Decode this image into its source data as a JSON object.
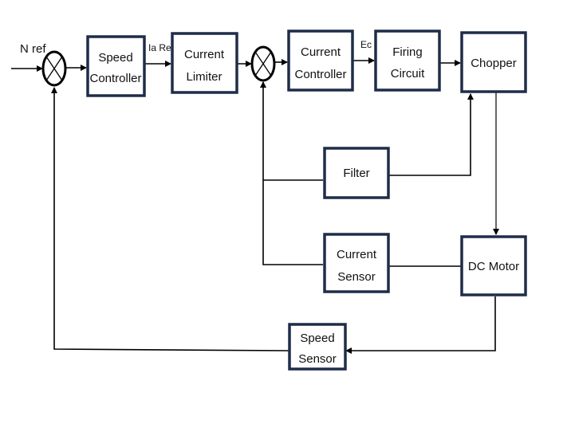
{
  "diagram": {
    "inputs": {
      "n_ref": "N ref",
      "ia_ref": "Ia Ref",
      "ec": "Ec"
    },
    "blocks": {
      "speed_controller": [
        "Speed",
        "Controller"
      ],
      "current_limiter": [
        "Current",
        "Limiter"
      ],
      "current_controller": [
        "Current",
        "Controller"
      ],
      "firing_circuit": [
        "Firing",
        "Circuit"
      ],
      "chopper": [
        "Chopper"
      ],
      "filter": [
        "Filter"
      ],
      "current_sensor": [
        "Current",
        "Sensor"
      ],
      "dc_motor": [
        "DC Motor"
      ],
      "speed_sensor": [
        "Speed",
        "Sensor"
      ]
    },
    "colors": {
      "block_border": "#1f2d4a",
      "wire": "#000000"
    }
  }
}
